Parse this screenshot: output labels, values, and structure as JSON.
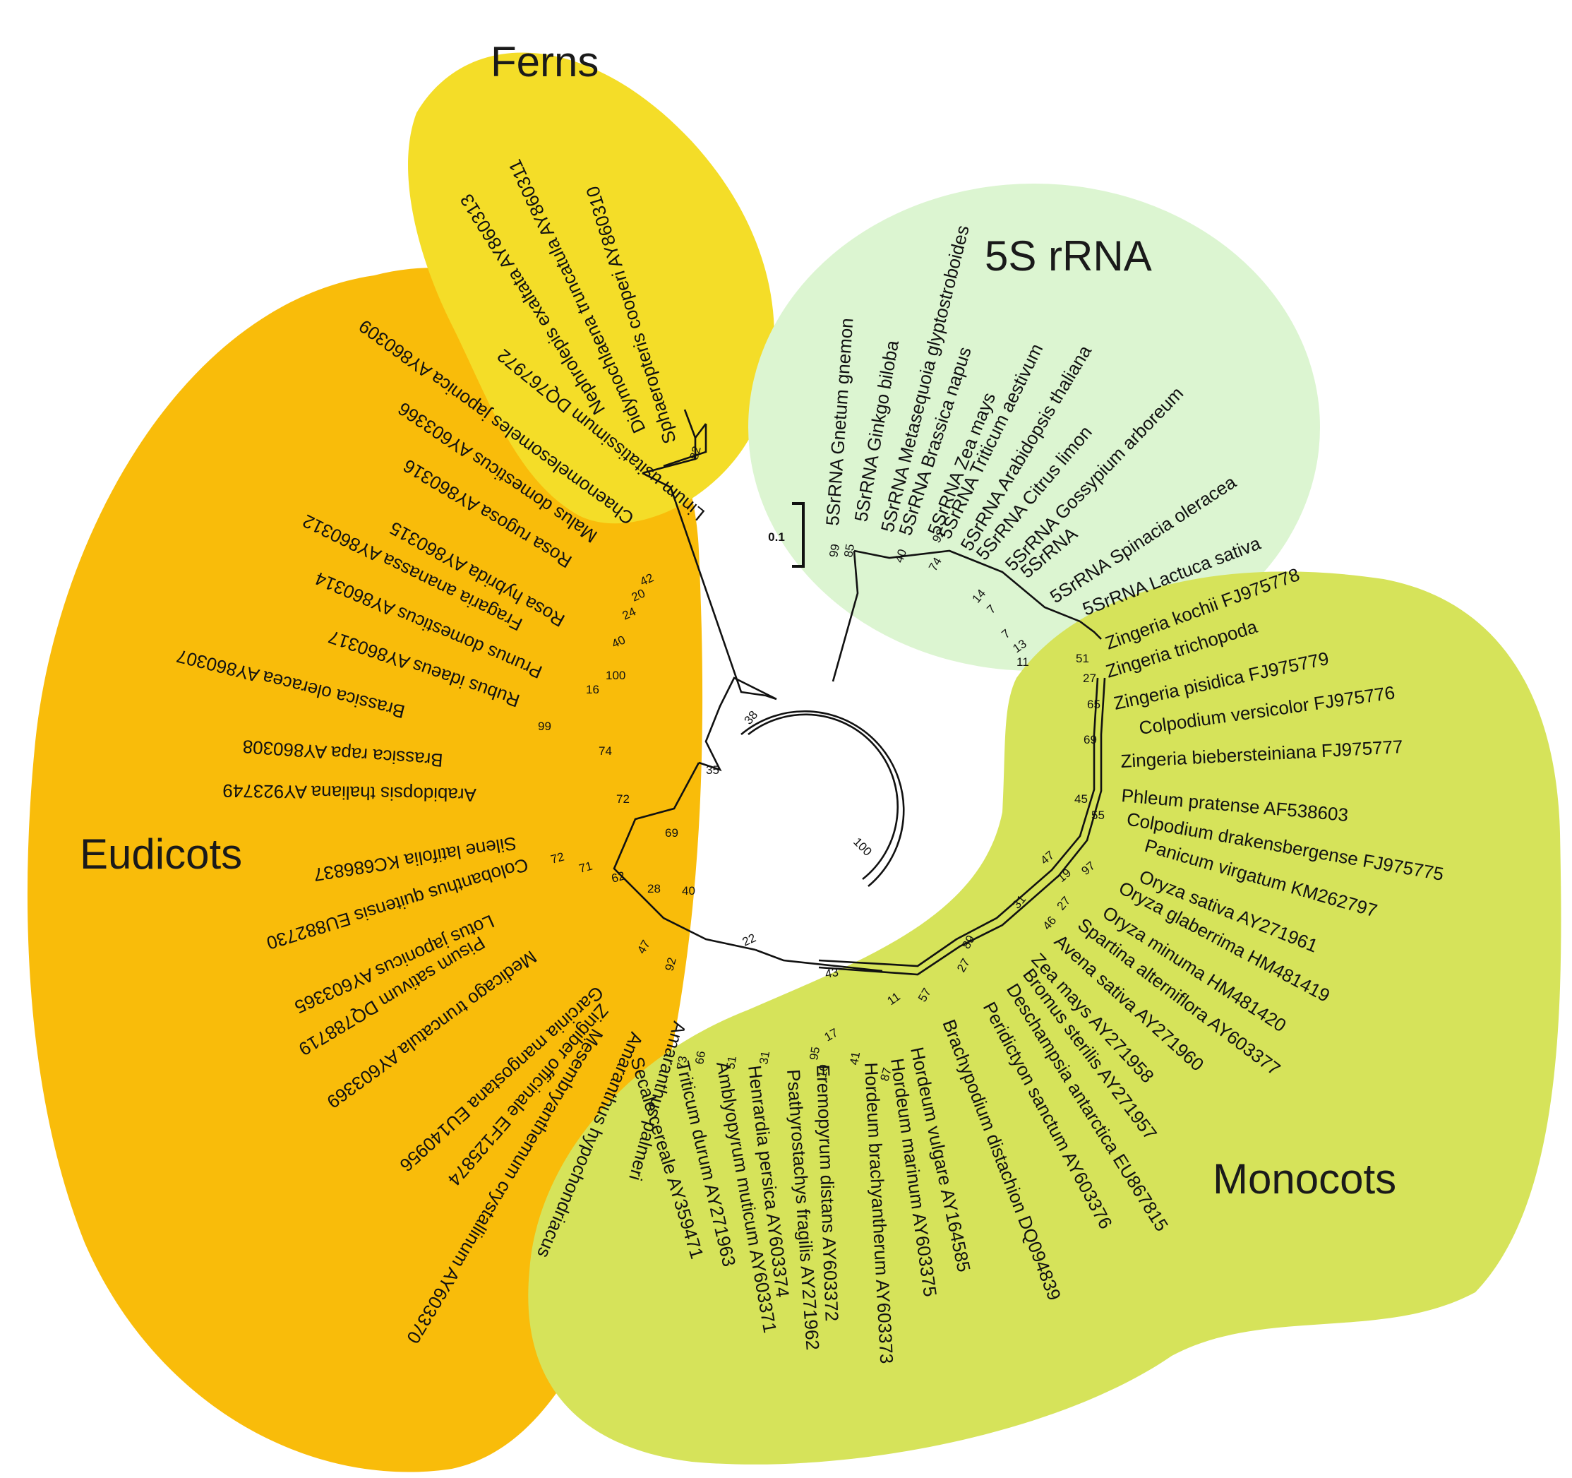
{
  "colors": {
    "ferns": "#f4dd28",
    "eudicots": "#f9bc0a",
    "rrna": "#dcf5d1",
    "monocots": "#d6e35a",
    "branch": "#111111"
  },
  "clades": {
    "ferns": "Ferns",
    "rrna": "5S rRNA",
    "eudicots": "Eudicots",
    "monocots": "Monocots"
  },
  "scale_bar": "0.1",
  "leaves": [
    {
      "label": "Sphaeropteris cooperi AY860310",
      "group": "ferns"
    },
    {
      "label": "Didymochlaena truncatula AY860311",
      "group": "ferns"
    },
    {
      "label": "Nephrolepis exaltata AY860313",
      "group": "ferns"
    },
    {
      "label": "Linum usitatissimum DQ767972",
      "group": "eudicots"
    },
    {
      "label": "Chaenomelesomeles japonica AY860309",
      "group": "eudicots"
    },
    {
      "label": "Malus domesticus AY603366",
      "group": "eudicots"
    },
    {
      "label": "Rosa rugosa AY860316",
      "group": "eudicots"
    },
    {
      "label": "Rosa hybrida AY860315",
      "group": "eudicots"
    },
    {
      "label": "Fragaria ananassa AY860312",
      "group": "eudicots"
    },
    {
      "label": "Prunus domesticus AY860314",
      "group": "eudicots"
    },
    {
      "label": "Rubus idaeus AY860317",
      "group": "eudicots"
    },
    {
      "label": "Brassica oleracea AY860307",
      "group": "eudicots"
    },
    {
      "label": "Brassica rapa AY860308",
      "group": "eudicots"
    },
    {
      "label": "Arabidopsis thaliana AY923749",
      "group": "eudicots"
    },
    {
      "label": "Silene latifolia KC686837",
      "group": "eudicots"
    },
    {
      "label": "Colobanthus quitensis EU882730",
      "group": "eudicots"
    },
    {
      "label": "Lotus japonicus AY603365",
      "group": "eudicots"
    },
    {
      "label": "Pisum sativum DQ788719",
      "group": "eudicots"
    },
    {
      "label": "Medicago truncatula AY603369",
      "group": "eudicots"
    },
    {
      "label": "Garcinia mangostana EU140956",
      "group": "eudicots"
    },
    {
      "label": "Zingiber officinale EF125874",
      "group": "eudicots"
    },
    {
      "label": "Mesembryanthemum crystallinum AY603370",
      "group": "eudicots"
    },
    {
      "label": "Amaranthus hypochondriacus",
      "group": "eudicots"
    },
    {
      "label": "Amaranthus palmeri",
      "group": "eudicots"
    },
    {
      "label": "Secale cereale AY359471",
      "group": "monocots"
    },
    {
      "label": "Triticum durum AY271963",
      "group": "monocots"
    },
    {
      "label": "Amblyopyrum muticum AY603371",
      "group": "monocots"
    },
    {
      "label": "Henrardia persica AY603374",
      "group": "monocots"
    },
    {
      "label": "Psathyrostachys fragilis AY271962",
      "group": "monocots"
    },
    {
      "label": "Eremopyrum distans AY603372",
      "group": "monocots"
    },
    {
      "label": "Hordeum brachyantherum AY603373",
      "group": "monocots"
    },
    {
      "label": "Hordeum marinum AY603375",
      "group": "monocots"
    },
    {
      "label": "Hordeum vulgare AY164585",
      "group": "monocots"
    },
    {
      "label": "Brachypodium distachion DQ094839",
      "group": "monocots"
    },
    {
      "label": "Peridictyon sanctum AY603376",
      "group": "monocots"
    },
    {
      "label": "Deschampsia antarctica EU867815",
      "group": "monocots"
    },
    {
      "label": "Bromus sterilis AY271957",
      "group": "monocots"
    },
    {
      "label": "Zea mays AY271958",
      "group": "monocots"
    },
    {
      "label": "Avena sativa AY271960",
      "group": "monocots"
    },
    {
      "label": "Spartina alterniflora AY603377",
      "group": "monocots"
    },
    {
      "label": "Oryza minuma HM481420",
      "group": "monocots"
    },
    {
      "label": "Oryza glaberrima HM481419",
      "group": "monocots"
    },
    {
      "label": "Oryza sativa AY271961",
      "group": "monocots"
    },
    {
      "label": "Panicum virgatum KM262797",
      "group": "monocots"
    },
    {
      "label": "Colpodium drakensbergense FJ975775",
      "group": "monocots"
    },
    {
      "label": "Phleum pratense AF538603",
      "group": "monocots"
    },
    {
      "label": "Zingeria biebersteiniana FJ975777",
      "group": "monocots"
    },
    {
      "label": "Colpodium versicolor FJ975776",
      "group": "monocots"
    },
    {
      "label": "Zingeria pisidica FJ975779",
      "group": "monocots"
    },
    {
      "label": "Zingeria trichopoda",
      "group": "monocots"
    },
    {
      "label": "Zingeria kochii FJ975778",
      "group": "monocots"
    },
    {
      "label": "5SrRNA Lactuca sativa",
      "group": "rrna"
    },
    {
      "label": "5SrRNA Spinacia oleracea",
      "group": "rrna"
    },
    {
      "label": "5SrRNA",
      "group": "rrna"
    },
    {
      "label": "5SrRNA Gossypium arboreum",
      "group": "rrna"
    },
    {
      "label": "5SrRNA Citrus limon",
      "group": "rrna"
    },
    {
      "label": "5SrRNA Arabidopsis thaliana",
      "group": "rrna"
    },
    {
      "label": "5SrRNA Triticum aestivum",
      "group": "rrna"
    },
    {
      "label": "5SrRNA Zea mays",
      "group": "rrna"
    },
    {
      "label": "5SrRNA Brassica napus",
      "group": "rrna"
    },
    {
      "label": "5SrRNA Metasequoia glyptostroboides",
      "group": "rrna"
    },
    {
      "label": "5SrRNA Ginkgo biloba",
      "group": "rrna"
    },
    {
      "label": "5SrRNA Gnetum gnemon",
      "group": "rrna"
    }
  ],
  "bootstrap": [
    "82",
    "38",
    "35",
    "42",
    "20",
    "24",
    "40",
    "100",
    "16",
    "99",
    "74",
    "72",
    "69",
    "40",
    "72",
    "71",
    "62",
    "28",
    "47",
    "92",
    "22",
    "43",
    "73",
    "66",
    "51",
    "31",
    "95",
    "10",
    "41",
    "87",
    "11",
    "17",
    "57",
    "27",
    "89",
    "31",
    "46",
    "27",
    "47",
    "97",
    "19",
    "45",
    "55",
    "69",
    "65",
    "27",
    "51",
    "100",
    "99",
    "85",
    "40",
    "92",
    "74",
    "14",
    "7",
    "7",
    "13",
    "11"
  ]
}
